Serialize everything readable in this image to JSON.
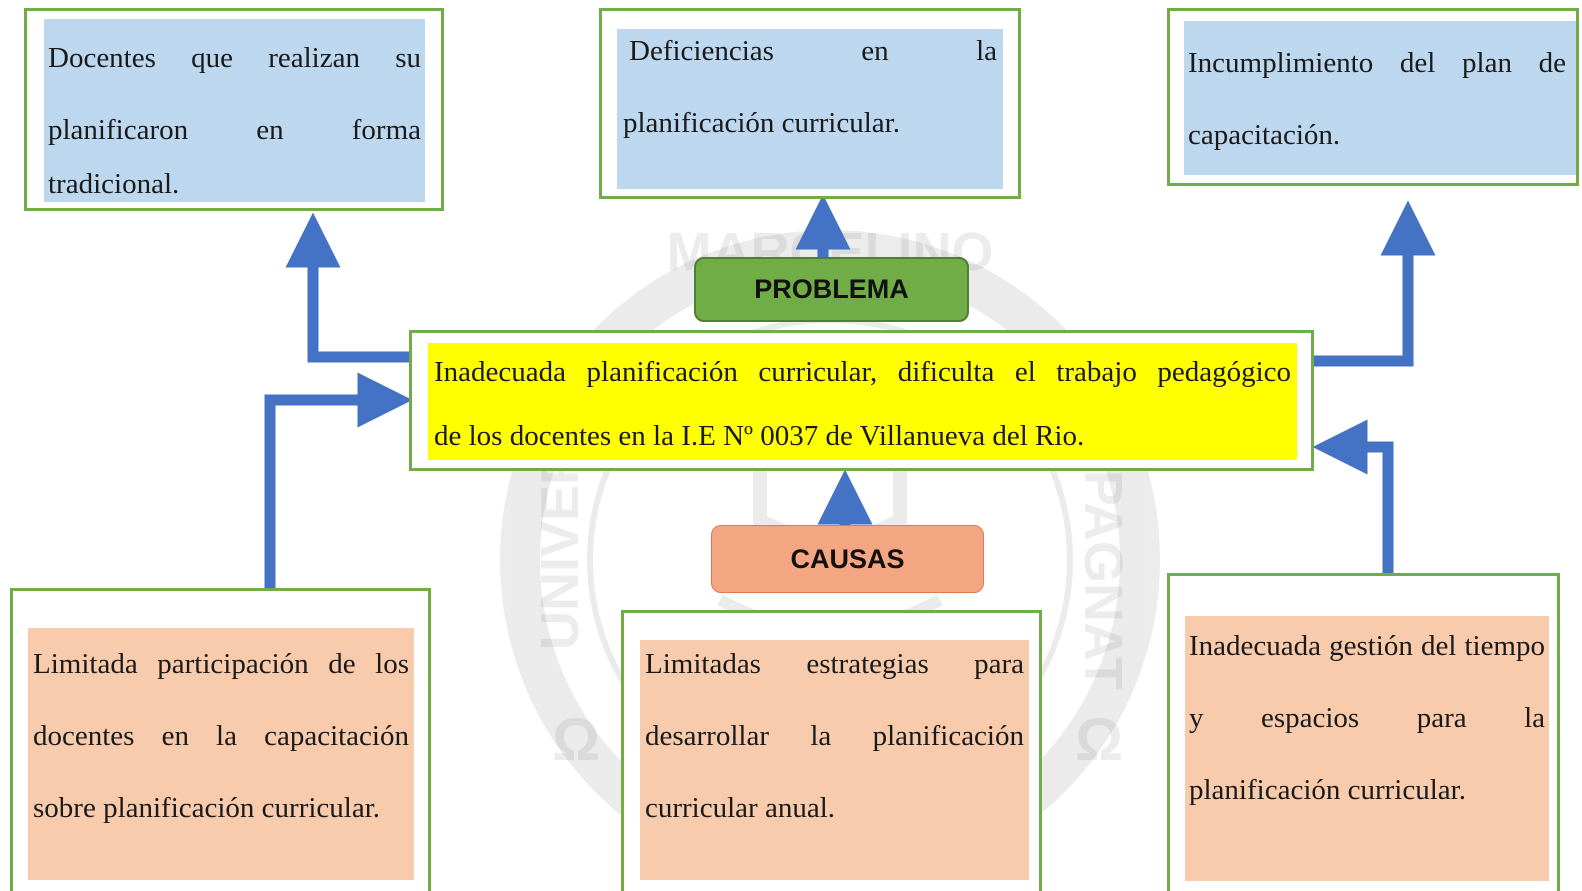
{
  "colors": {
    "frame_border": "#70ad47",
    "effect_fill": "#bdd7ee",
    "cause_fill": "#f8cbad",
    "problem_fill": "#ffff00",
    "problem_label_fill": "#70ad47",
    "causes_label_fill": "#f4a582",
    "arrow": "#4472c4"
  },
  "effects": [
    {
      "lines": [
        "Docentes que realizan su",
        "planificaron en forma"
      ],
      "last": "tradicional."
    },
    {
      "lines": [
        "Deficiencias en la"
      ],
      "last": "planificación curricular."
    },
    {
      "lines": [],
      "last": "Incumplimiento del plan de capacitación."
    }
  ],
  "problem": {
    "label": "PROBLEMA",
    "line1": "Inadecuada planificación curricular, dificulta el trabajo pedagógico",
    "line2": "de los docentes en la I.E Nº 0037 de Villanueva del Rio."
  },
  "causes_label": "CAUSAS",
  "causes": [
    {
      "text": "Limitada participación de los docentes en la capacitación sobre planificación curricular."
    },
    {
      "text": "Limitadas estrategias para desarrollar la planificación curricular anual."
    },
    {
      "text": "Inadecuada gestión del tiempo y espacios para la planificación curricular."
    }
  ],
  "watermark": {
    "top_text": "MARCELINO",
    "left_text": "UNIVER",
    "right_text": "PAGNAT"
  }
}
